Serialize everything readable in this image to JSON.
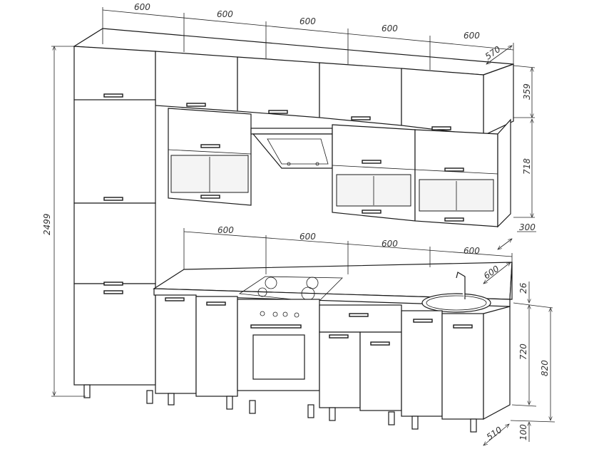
{
  "drawing": {
    "title": "Kitchen set dimensional drawing",
    "top_widths": [
      "600",
      "600",
      "600",
      "600",
      "600"
    ],
    "upper_depth": "570",
    "upper_row_height": "359",
    "lower_wall_height": "718",
    "lower_wall_depth": "300",
    "total_height": "2499",
    "base_widths": [
      "600",
      "600",
      "600",
      "600"
    ],
    "base_depth_top": "600",
    "countertop_thickness": "26",
    "base_body_height": "720",
    "base_total_height": "820",
    "leg_height": "100",
    "base_depth": "510"
  }
}
